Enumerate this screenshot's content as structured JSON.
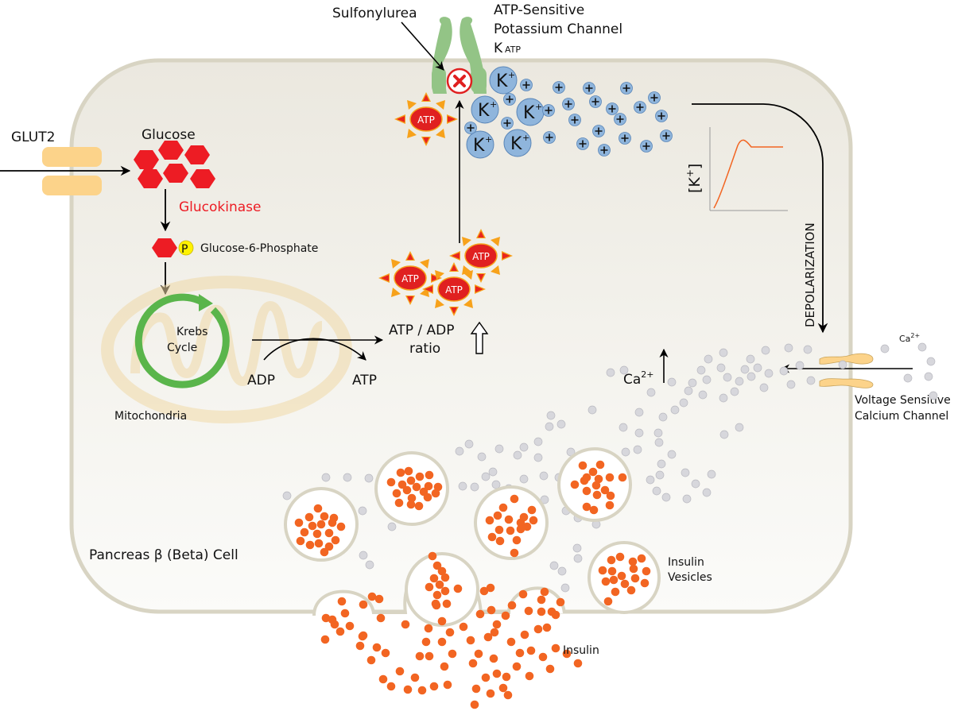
{
  "title": "Pancreas β (Beta) Cell",
  "labels": {
    "glut2": "GLUT2",
    "glucose": "Glucose",
    "glucokinase": "Glucokinase",
    "g6p": "Glucose-6-Phosphate",
    "phosphate": "P",
    "krebs_line1": "Krebs",
    "krebs_line2": "Cycle",
    "mitochondria": "Mitochondria",
    "adp": "ADP",
    "atp": "ATP",
    "ratio_line1": "ATP / ADP",
    "ratio_line2": "ratio",
    "atp_molecule": "ATP",
    "sulfonylurea": "Sulfonylurea",
    "katp_line1": "ATP-Sensitive",
    "katp_line2": "Potassium Channel",
    "katp_line3_main": "K",
    "katp_line3_sub": "ATP",
    "k_ion": "K",
    "k_charge": "+",
    "k_graph_label": "[K",
    "k_graph_label_sup": "+",
    "k_graph_label_close": "]",
    "depolarization": "DEPOLARIZATION",
    "ca_ion": "Ca",
    "ca_charge": "2+",
    "vscc_line1": "Voltage Sensitive",
    "vscc_line2": "Calcium Channel",
    "insulin_vesicles_line1": "Insulin",
    "insulin_vesicles_line2": "Vesicles",
    "insulin": "Insulin"
  },
  "colors": {
    "cell_fill": "#ebe8e0",
    "cell_border": "#d8d4c3",
    "glut2": "#fcd38a",
    "glucose": "#ed1c24",
    "glucokinase_text": "#ed1c24",
    "phosphate": "#fff200",
    "krebs": "#5ab54b",
    "mitochondria": "#f4e4c6",
    "channel_green": "#93c486",
    "k_ion": "#8fb5dc",
    "atp_star": "#f5a623",
    "atp_body": "#e02020",
    "calcium": "#d7d7dc",
    "insulin": "#f26522",
    "curve": "#f26522"
  }
}
